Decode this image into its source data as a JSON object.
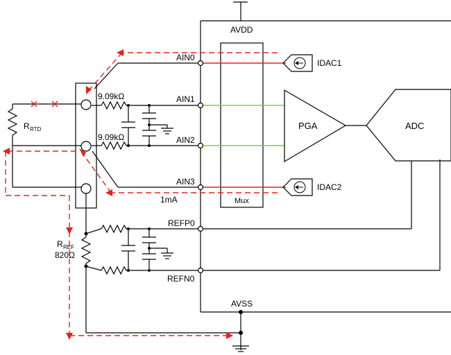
{
  "labels": {
    "avdd": "AVDD",
    "avss": "AVSS",
    "ain0": "AIN0",
    "ain1": "AIN1",
    "ain2": "AIN2",
    "ain3": "AIN3",
    "refp0": "REFP0",
    "refn0": "REFN0",
    "mux": "Mux",
    "pga": "PGA",
    "adc": "ADC",
    "idac1": "IDAC1",
    "idac2": "IDAC2",
    "r_ain1": "9.09kΩ",
    "r_ain2": "9.09kΩ",
    "rtd_main": "R",
    "rtd_sub": "RTD",
    "ref_main": "R",
    "ref_sub": "REF",
    "ref_value": "820Ω",
    "current": "1mA"
  },
  "colors": {
    "current_path": "#e8211c",
    "idac_route": "#e8211c",
    "sense_route": "#8ccc3c",
    "wire": "#000000"
  },
  "icons": {
    "ground": "ground-icon",
    "current_source": "current-source-icon",
    "open_circuit": "x-mark-icon"
  }
}
